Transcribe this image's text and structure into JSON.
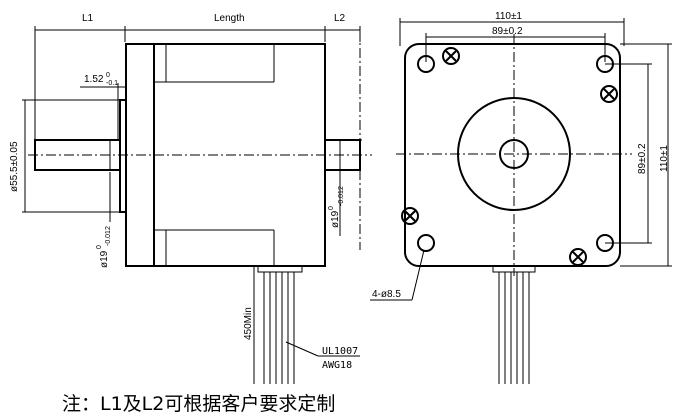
{
  "side_view": {
    "label_l1": "L1",
    "label_length": "Length",
    "label_l2": "L2",
    "shaft_flat": "1.52",
    "shaft_flat_tol": "0",
    "shaft_flat_tol2": "-0.1",
    "pilot_dia": "ø55.5±0.05",
    "shaft_dia_front": "ø19",
    "shaft_dia_front_tol": "0",
    "shaft_dia_front_tol2": "-0.012",
    "shaft_dia_rear": "ø19",
    "shaft_dia_rear_tol": "0",
    "shaft_dia_rear_tol2": "-0.012",
    "lead_length": "450Min",
    "wire_spec_1": "UL1007",
    "wire_spec_2": "AWG18"
  },
  "front_view": {
    "width_outer": "110±1",
    "hole_spacing_x": "89±0.2",
    "hole_spacing_y": "89±0.2",
    "height_outer": "110±1",
    "holes": "4-ø8.5"
  },
  "footer_note": "注：L1及L2可根据客户要求定制"
}
